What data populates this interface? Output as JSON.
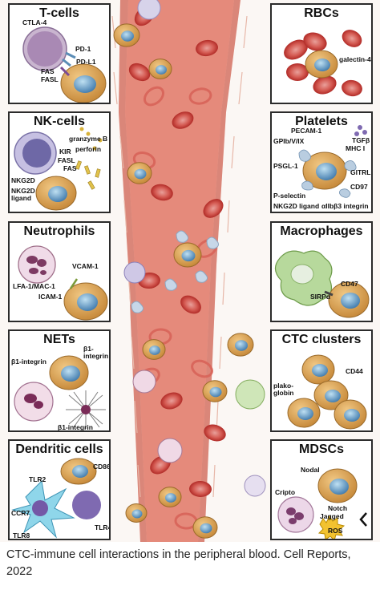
{
  "panels": {
    "tcells": {
      "title": "T-cells",
      "labels": {
        "ctla4": "CTLA-4",
        "pd1": "PD-1",
        "pdl1": "PD-L1",
        "fas": "FAS",
        "fasl": "FASL"
      }
    },
    "nkcells": {
      "title": "NK-cells",
      "labels": {
        "granzyme": "granzyme B",
        "perforin": "perforin",
        "kir": "KIR",
        "fasl": "FASL",
        "fas": "FAS",
        "nkg2d": "NKG2D",
        "nkg2d_ligand": "NKG2D\nligand"
      }
    },
    "neutrophils": {
      "title": "Neutrophils",
      "labels": {
        "vcam1": "VCAM-1",
        "lfa1": "LFA-1/MAC-1",
        "icam1": "ICAM-1"
      }
    },
    "nets": {
      "title": "NETs",
      "labels": {
        "b1_left": "β1-integrin",
        "b1_right": "β1-\nintegrin",
        "b1_bottom": "β1-integrin"
      }
    },
    "dendritic": {
      "title": "Dendritic cells",
      "labels": {
        "cd86": "CD86",
        "tlr2": "TLR2",
        "ccr7": "CCR7",
        "tlr4": "TLR4",
        "tlr8": "TLR8"
      }
    },
    "rbcs": {
      "title": "RBCs",
      "labels": {
        "galectin4": "galectin-4"
      }
    },
    "platelets": {
      "title": "Platelets",
      "labels": {
        "pecam1": "PECAM-1",
        "tgfb": "TGFβ",
        "gpib": "GPIb/V/IX",
        "mhc1": "MHC I",
        "psgl1": "PSGL-1",
        "gitrl": "GITRL",
        "pselectin": "P-selectin",
        "cd97": "CD97",
        "nkg2d_ligand": "NKG2D ligand",
        "aiib": "αIIbβ3 integrin"
      }
    },
    "macrophages": {
      "title": "Macrophages",
      "labels": {
        "sirpa": "SIRPα",
        "cd47": "CD47"
      }
    },
    "ctc_clusters": {
      "title": "CTC clusters",
      "labels": {
        "plakoglobin": "plako-\nglobin",
        "cd44": "CD44"
      }
    },
    "mdscs": {
      "title": "MDSCs",
      "labels": {
        "nodal": "Nodal",
        "cripto": "Cripto",
        "notch": "Notch",
        "jagged": "Jagged",
        "ros": "ROS"
      }
    }
  },
  "caption": "CTC-immune cell interactions in the peripheral blood. Cell Reports, 2022",
  "colors": {
    "ctc": "#d9a04f",
    "ctc_nucleus": "#4f86b5",
    "rbc": "#c8302c",
    "vessel": "#e07e70",
    "tcell": "#b89bc0",
    "platelet": "#9fb6cf",
    "macrophage": "#a9cf86",
    "neutrophil": "#e7cfe0"
  }
}
